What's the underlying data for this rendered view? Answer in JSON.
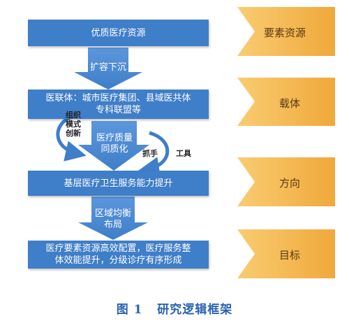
{
  "boxes": {
    "quality_resources": "优质医疗资源",
    "carrier": "医联体：城市医疗集团、县域医共体\n专科联盟等",
    "capacity": "基层医疗卫生服务能力提升",
    "goal": "医疗要素资源高效配置，医疗服务整\n体效能提升，分级诊疗有序形成"
  },
  "flow_arrows": {
    "expand_down": "扩容下沉",
    "homogenize": "医疗质量\n同质化",
    "regional_balance": "区域均衡\n布局"
  },
  "annotations": {
    "mechanism": "组织\n模式\n创新",
    "grip": "抓手",
    "tool": "工具"
  },
  "side_labels": {
    "resources": "要素资源",
    "carrier": "载体",
    "direction": "方向",
    "target": "目标"
  },
  "caption": "图 1   研究逻辑框架",
  "colors": {
    "box_blue": "#3f7ec8",
    "arrow_blue": "#4f8cd2",
    "side_orange": "#f5b94f",
    "caption_blue": "#2a63b0"
  }
}
